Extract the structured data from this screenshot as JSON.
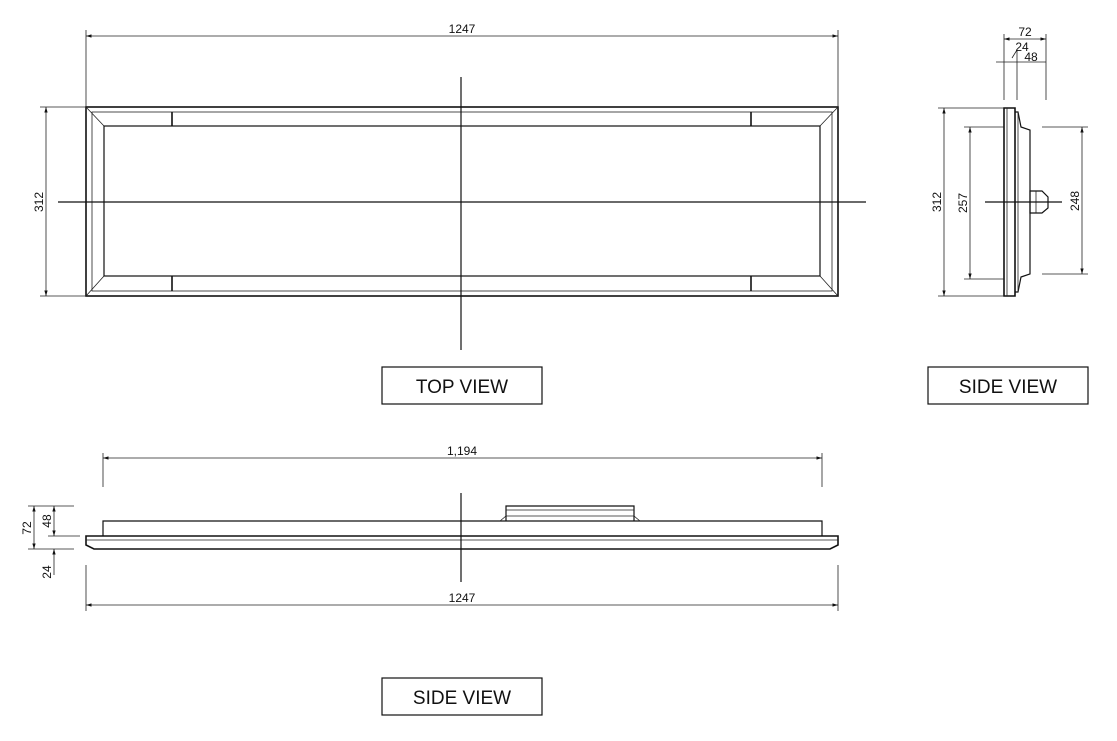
{
  "top_view": {
    "label": "TOP VIEW",
    "width_dim": "1247",
    "height_dim": "312"
  },
  "side_view_right": {
    "label": "SIDE VIEW",
    "depth_total_dim": "72",
    "depth_frame_dim": "24",
    "depth_body_dim": "48",
    "height_dim": "312",
    "inner_height_dim": "257",
    "body_height_dim": "248"
  },
  "side_view_bottom": {
    "label": "SIDE VIEW",
    "body_width_dim": "1,194",
    "total_width_dim": "1247",
    "total_height_dim": "72",
    "body_height_dim": "48",
    "frame_height_dim": "24"
  }
}
